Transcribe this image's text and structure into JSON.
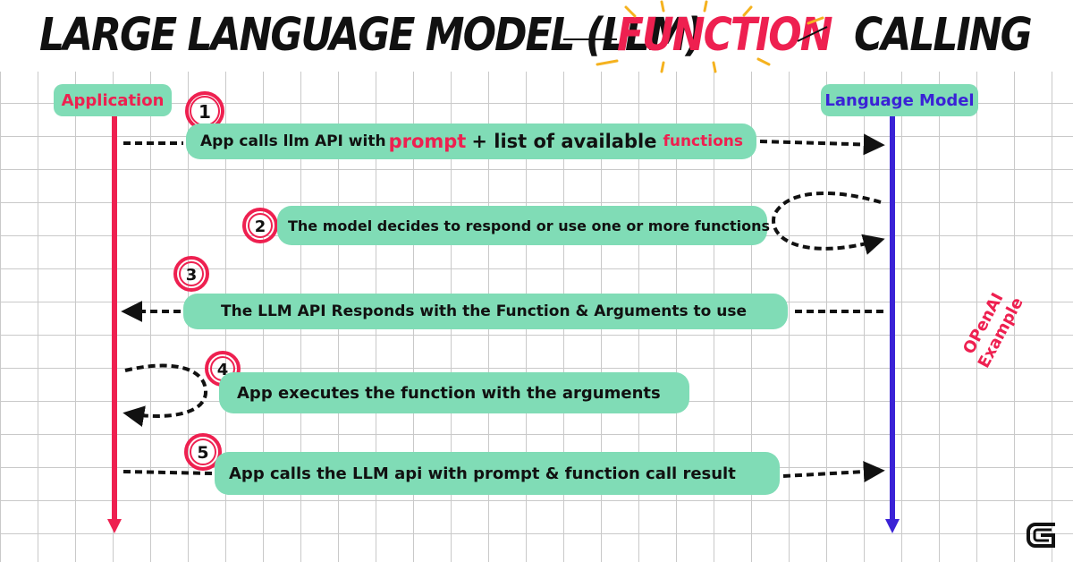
{
  "title": {
    "part1": "LARGE LANGUAGE MODEL (LLM)",
    "part2": "FUNCTION",
    "part3": "CALLING"
  },
  "actors": {
    "application": "Application",
    "language_model": "Language Model"
  },
  "steps": [
    {
      "number": "1",
      "text_a": "App calls llm API with",
      "text_b": "prompt",
      "text_c": "+ list of available",
      "text_d": "functions"
    },
    {
      "number": "2",
      "text": "The model decides to respond or use one or more functions"
    },
    {
      "number": "3",
      "text": "The LLM API Responds with the Function & Arguments to use"
    },
    {
      "number": "4",
      "text": "App executes the function with the arguments"
    },
    {
      "number": "5",
      "text": "App calls the LLM api with prompt & function call result"
    }
  ],
  "side_note": {
    "line1": "OPenAI",
    "line2": "Example"
  },
  "colors": {
    "application_line": "#ee2050",
    "model_line": "#3a22d6",
    "pill": "#80dcb6",
    "accent": "#ee2050",
    "sunburst": "#f5b21f"
  },
  "icons": {
    "logo": "g-logo-icon"
  }
}
